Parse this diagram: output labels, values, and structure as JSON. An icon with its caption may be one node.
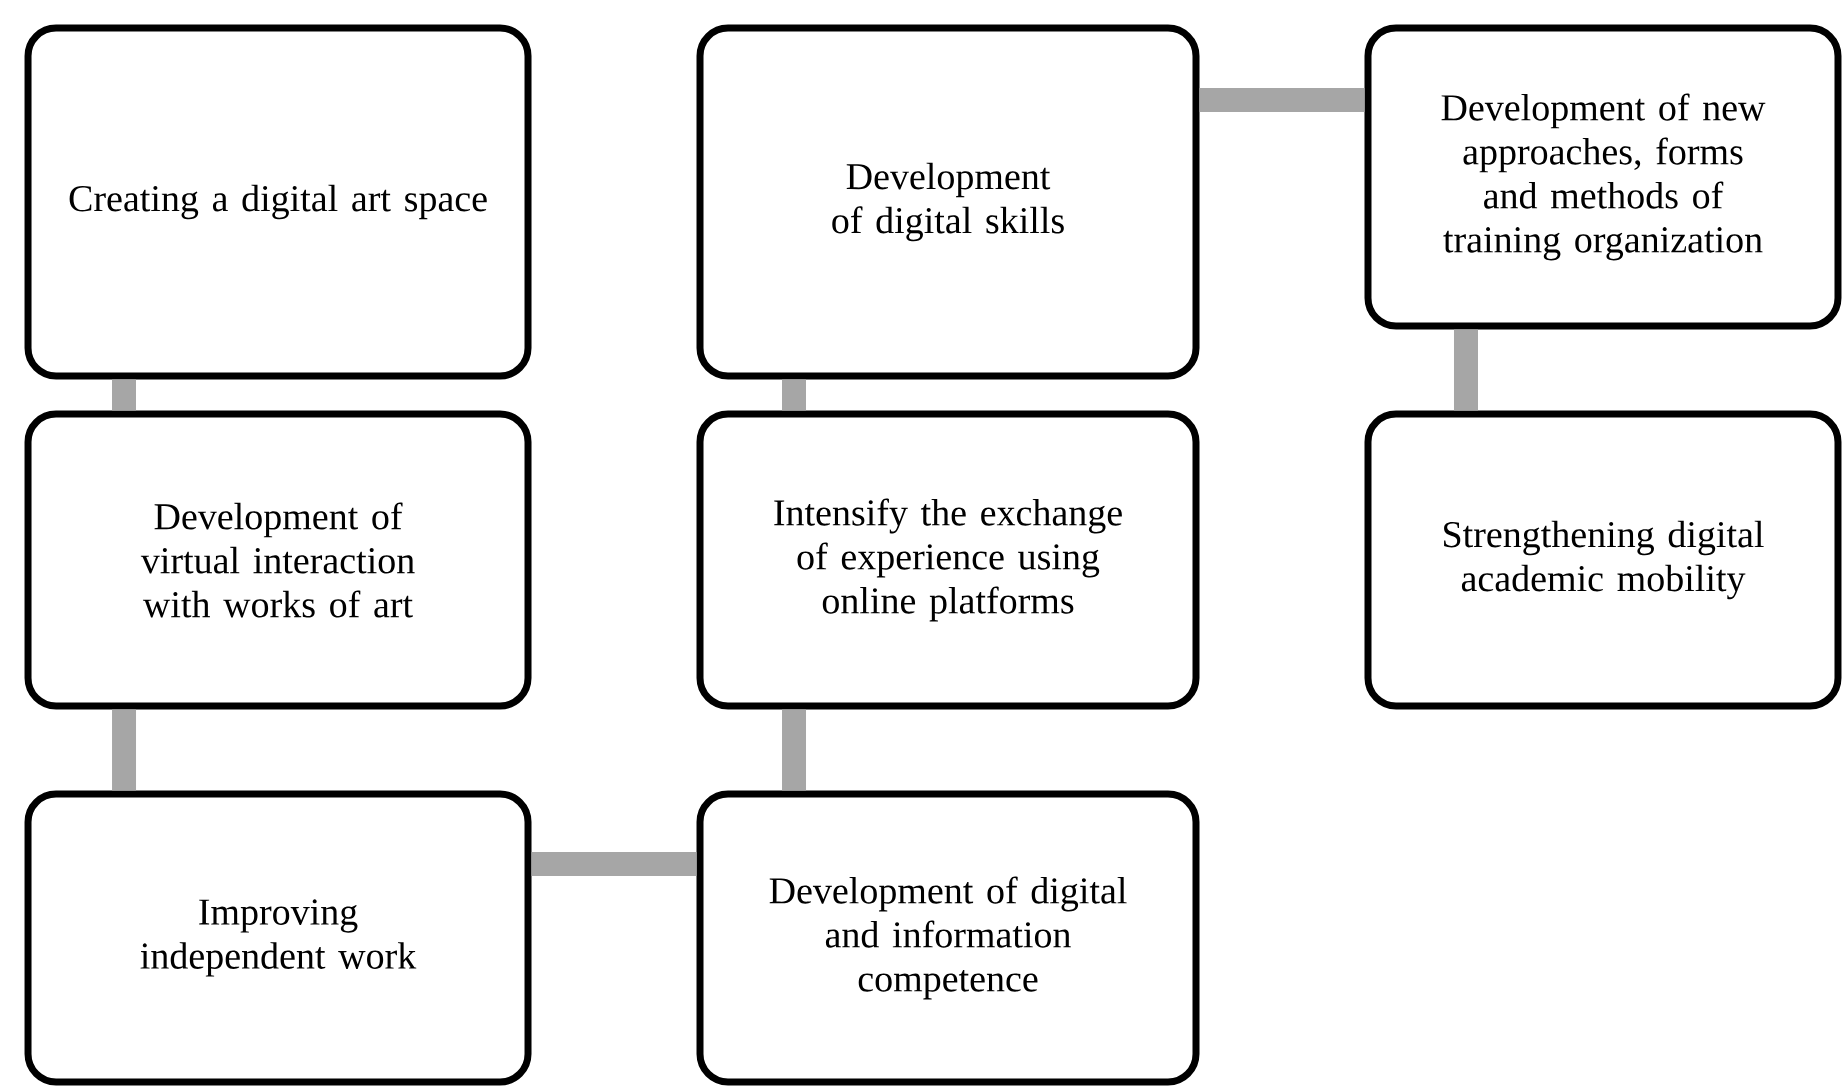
{
  "diagram": {
    "nodes": [
      {
        "text": [
          "Creating a digital art space"
        ]
      },
      {
        "text": [
          "Development of digital skills"
        ]
      },
      {
        "text": [
          "Development of new approaches, forms and methods of training organization"
        ]
      },
      {
        "text": [
          "Development of virtual interaction with works of art"
        ]
      },
      {
        "text": [
          "Intensify the exchange of experience using online platforms"
        ]
      },
      {
        "text": [
          "Strengthening digital academic mobility"
        ]
      },
      {
        "text": [
          "Improving independent work"
        ]
      },
      {
        "text": [
          "Development of digital and information competence"
        ]
      }
    ],
    "edges": [
      {
        "from": 0,
        "to": 3,
        "arrow": "none"
      },
      {
        "from": 3,
        "to": 6,
        "arrow": "none"
      },
      {
        "from": 6,
        "to": 7,
        "arrow": "none"
      },
      {
        "from": 7,
        "to": 4,
        "arrow": "none"
      },
      {
        "from": 4,
        "to": 1,
        "arrow": "none"
      },
      {
        "from": 1,
        "to": 2,
        "arrow": "none"
      },
      {
        "from": 2,
        "to": 5,
        "arrow": "none"
      }
    ]
  }
}
